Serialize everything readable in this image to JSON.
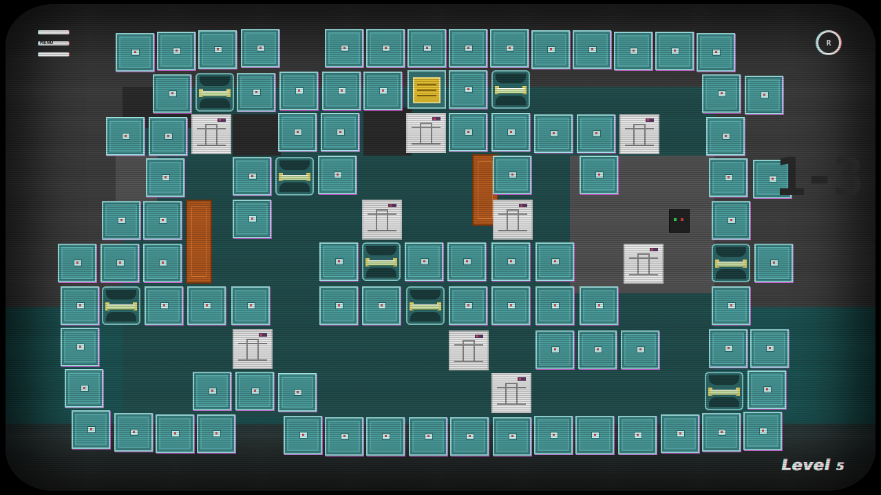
{
  "hud": {
    "menu_label": "MENU",
    "restart_icon": "restart-icon",
    "restart_label": "R",
    "level_label": "Level",
    "level_number": "5",
    "background_level_code": "1-3"
  },
  "colors": {
    "tile": "#4a9b9b",
    "tile_border": "#9fe3e3",
    "pipe_block": "#e9e9e9",
    "gold_block": "#e8c230",
    "door": "#b65a1e",
    "floor_teal": "#1e5656",
    "wall_gray": "#434343"
  }
}
